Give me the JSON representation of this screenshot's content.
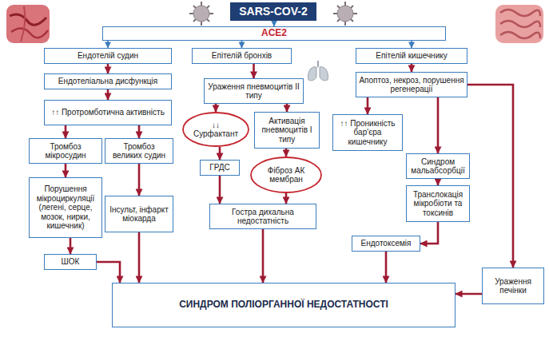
{
  "diagram": {
    "nodes": [
      {
        "text": [
          "SARS-COV-2"
        ]
      },
      {
        "text": [
          "ACE2"
        ]
      },
      {
        "text": [
          "Ендотелій судин"
        ]
      },
      {
        "text": [
          "Епітелій бронхів"
        ]
      },
      {
        "text": [
          "Епітелій кишечнику"
        ]
      },
      {
        "text": [
          "Ендотеліальна дисфункція"
        ]
      },
      {
        "text": [
          "Ураження пневмоцитів II типу"
        ]
      },
      {
        "text": [
          "Апоптоз, некроз, порушення регенерації"
        ]
      },
      {
        "text": [
          "↑↑ Протромботична активність"
        ]
      },
      {
        "text": [
          "↓↓ Сурфактант"
        ]
      },
      {
        "text": [
          "Активація пневмоцитів I типу"
        ]
      },
      {
        "text": [
          "↑↑ Проникність бар'єра кишечнику"
        ]
      },
      {
        "text": [
          "Тромбоз мікросудин"
        ]
      },
      {
        "text": [
          "Тромбоз великих судин"
        ]
      },
      {
        "text": [
          "Синдром мальабсорбції"
        ]
      },
      {
        "text": [
          "ГРДС"
        ]
      },
      {
        "text": [
          "Фіброз АК мембран"
        ]
      },
      {
        "text": [
          "Порушення мікроциркуляції (легені, серце, мозок, нирки, кишечник)"
        ]
      },
      {
        "text": [
          "Інсульт, інфаркт міокарда"
        ]
      },
      {
        "text": [
          "Гостра дихальна недостатність"
        ]
      },
      {
        "text": [
          "Транслокація мікробіоти та токсинів"
        ]
      },
      {
        "text": [
          "ШОК"
        ]
      },
      {
        "text": [
          "Ендотоксемія"
        ]
      },
      {
        "text": [
          "СИНДРОМ ПОЛІОРГАННОЇ НЕДОСТАТНОСТІ"
        ]
      },
      {
        "text": [
          "Ураження печінки"
        ]
      }
    ],
    "edges": [
      {
        "from": 0,
        "to": 1,
        "arrow": "to"
      },
      {
        "from": 1,
        "to": 2,
        "arrow": "to"
      },
      {
        "from": 1,
        "to": 3,
        "arrow": "to"
      },
      {
        "from": 1,
        "to": 4,
        "arrow": "to"
      },
      {
        "from": 2,
        "to": 5,
        "arrow": "to"
      },
      {
        "from": 5,
        "to": 8,
        "arrow": "to"
      },
      {
        "from": 8,
        "to": 12,
        "arrow": "to"
      },
      {
        "from": 8,
        "to": 13,
        "arrow": "to"
      },
      {
        "from": 12,
        "to": 17,
        "arrow": "to"
      },
      {
        "from": 17,
        "to": 21,
        "arrow": "to"
      },
      {
        "from": 13,
        "to": 18,
        "arrow": "to"
      },
      {
        "from": 21,
        "to": 23,
        "arrow": "to"
      },
      {
        "from": 18,
        "to": 23,
        "arrow": "to"
      },
      {
        "from": 3,
        "to": 6,
        "arrow": "to"
      },
      {
        "from": 6,
        "to": 9,
        "arrow": "to"
      },
      {
        "from": 6,
        "to": 10,
        "arrow": "to"
      },
      {
        "from": 9,
        "to": 15,
        "arrow": "to"
      },
      {
        "from": 10,
        "to": 16,
        "arrow": "to"
      },
      {
        "from": 15,
        "to": 19,
        "arrow": "to"
      },
      {
        "from": 16,
        "to": 19,
        "arrow": "to"
      },
      {
        "from": 19,
        "to": 23,
        "arrow": "to"
      },
      {
        "from": 4,
        "to": 7,
        "arrow": "to"
      },
      {
        "from": 7,
        "to": 11,
        "arrow": "to"
      },
      {
        "from": 7,
        "to": 14,
        "arrow": "to"
      },
      {
        "from": 7,
        "to": 24,
        "arrow": "to"
      },
      {
        "from": 14,
        "to": 20,
        "arrow": "to"
      },
      {
        "from": 20,
        "to": 22,
        "arrow": "to"
      },
      {
        "from": 22,
        "to": 23,
        "arrow": "to"
      },
      {
        "from": 24,
        "to": 23,
        "arrow": "to"
      }
    ]
  }
}
